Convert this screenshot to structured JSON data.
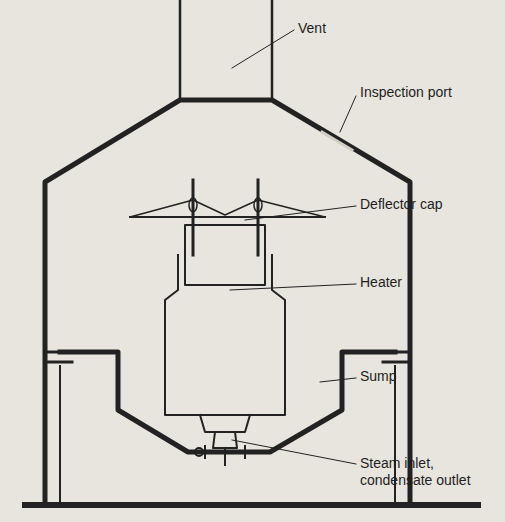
{
  "diagram": {
    "labels": [
      "Vent",
      "Inspection port",
      "Deflector cap",
      "Heater",
      "Sump",
      "Steam inlet, condensate outlet"
    ]
  }
}
